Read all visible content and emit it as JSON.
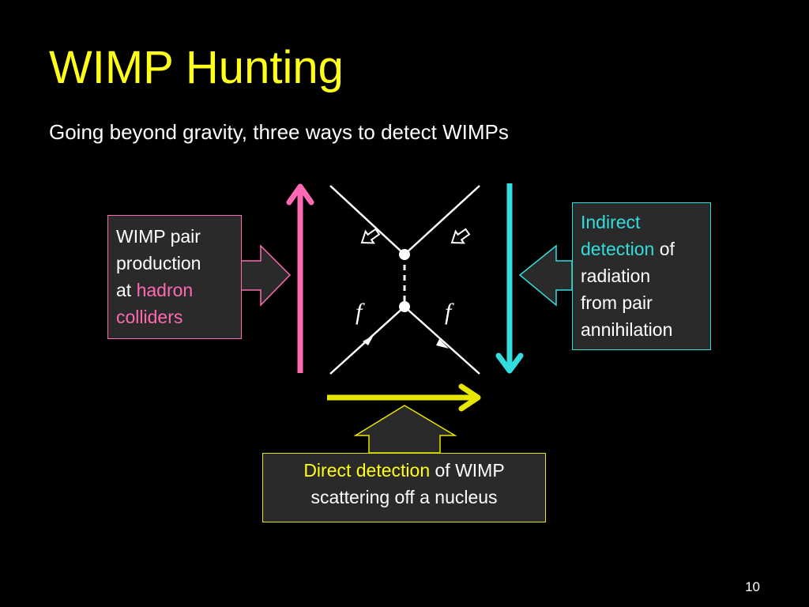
{
  "slide": {
    "title": "WIMP Hunting",
    "subtitle": "Going beyond gravity, three ways to detect WIMPs",
    "page_number": "10"
  },
  "colors": {
    "background": "#000000",
    "title": "#ffff1a",
    "pink": "#ff69b4",
    "cyan": "#33dddd",
    "yellow": "#ffff1a",
    "box_fill": "#2a2a2a"
  },
  "diagram": {
    "fermion_label_left": "f",
    "fermion_label_right": "f",
    "collider_box": {
      "line1": "WIMP pair",
      "line2": "production",
      "line3_prefix": "at ",
      "line3_highlight": "hadron",
      "line4_highlight": "colliders"
    },
    "indirect_box": {
      "line1_highlight": "Indirect",
      "line2_highlight": "detection",
      "line2_suffix": " of",
      "line3": "radiation",
      "line4": "from pair",
      "line5": "annihilation"
    },
    "direct_box": {
      "line1_highlight": "Direct detection",
      "line1_suffix": " of WIMP",
      "line2": "scattering off a nucleus"
    }
  }
}
